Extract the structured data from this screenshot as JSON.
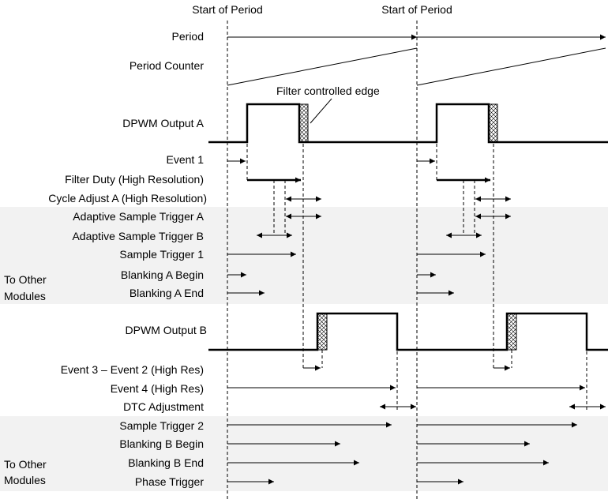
{
  "period_headers": [
    "Start of Period",
    "Start of Period"
  ],
  "labels": {
    "period": "Period",
    "period_counter": "Period Counter",
    "filter_controlled_edge": "Filter controlled edge",
    "dpwm_output_a": "DPWM Output A",
    "event_1": "Event 1",
    "filter_duty": "Filter Duty (High Resolution)",
    "cycle_adjust_a": "Cycle Adjust A (High Resolution)",
    "adaptive_sample_trigger_a": "Adaptive Sample Trigger A",
    "adaptive_sample_trigger_b": "Adaptive Sample Trigger B",
    "sample_trigger_1": "Sample Trigger 1",
    "to_other_modules_a_line1": "To Other",
    "to_other_modules_a_line2": "Modules",
    "blanking_a_begin": "Blanking A Begin",
    "blanking_a_end": "Blanking A End",
    "dpwm_output_b": "DPWM Output B",
    "event_3_event_2": "Event 3 – Event 2 (High Res)",
    "event_4": "Event 4 (High Res)",
    "dtc_adjustment": "DTC Adjustment",
    "sample_trigger_2": "Sample Trigger 2",
    "blanking_b_begin": "Blanking B Begin",
    "blanking_b_end": "Blanking B End",
    "phase_trigger": "Phase Trigger",
    "to_other_modules_b_line1": "To Other",
    "to_other_modules_b_line2": "Modules"
  },
  "colors": {
    "shaded_band": "#f2f2f2",
    "line": "#000000"
  }
}
